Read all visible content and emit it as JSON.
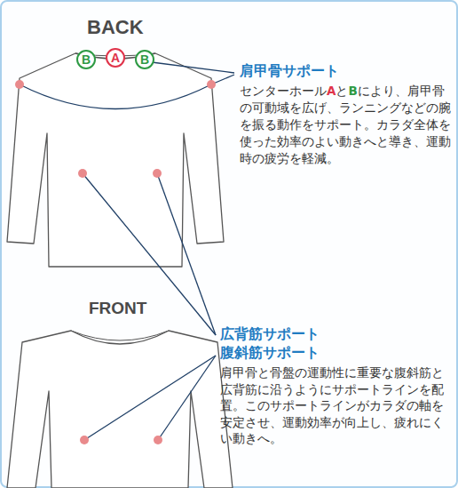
{
  "diagram": {
    "nodes": [
      {
        "text": [
          "B"
        ]
      },
      {
        "text": [
          "A"
        ]
      },
      {
        "text": [
          "B"
        ]
      }
    ],
    "labels": [
      "BACK",
      "肩甲骨サポート",
      "センターホールAとBにより、肩甲骨の可動域を広げ、ランニングなどの腕を振る動作をサポート。カラダ全体を使った効率のよい動きへと導き、運動時の疲労を軽減。",
      "FRONT",
      "広背筋サポート",
      "腹斜筋サポート",
      "肩甲骨と骨盤の運動性に重要な腹斜筋と広背筋に沿うようにサポートラインを配置。このサポートラインがカラダの軸を安定させ、運動効率が向上し、疲れにくい動きへ。"
    ]
  }
}
